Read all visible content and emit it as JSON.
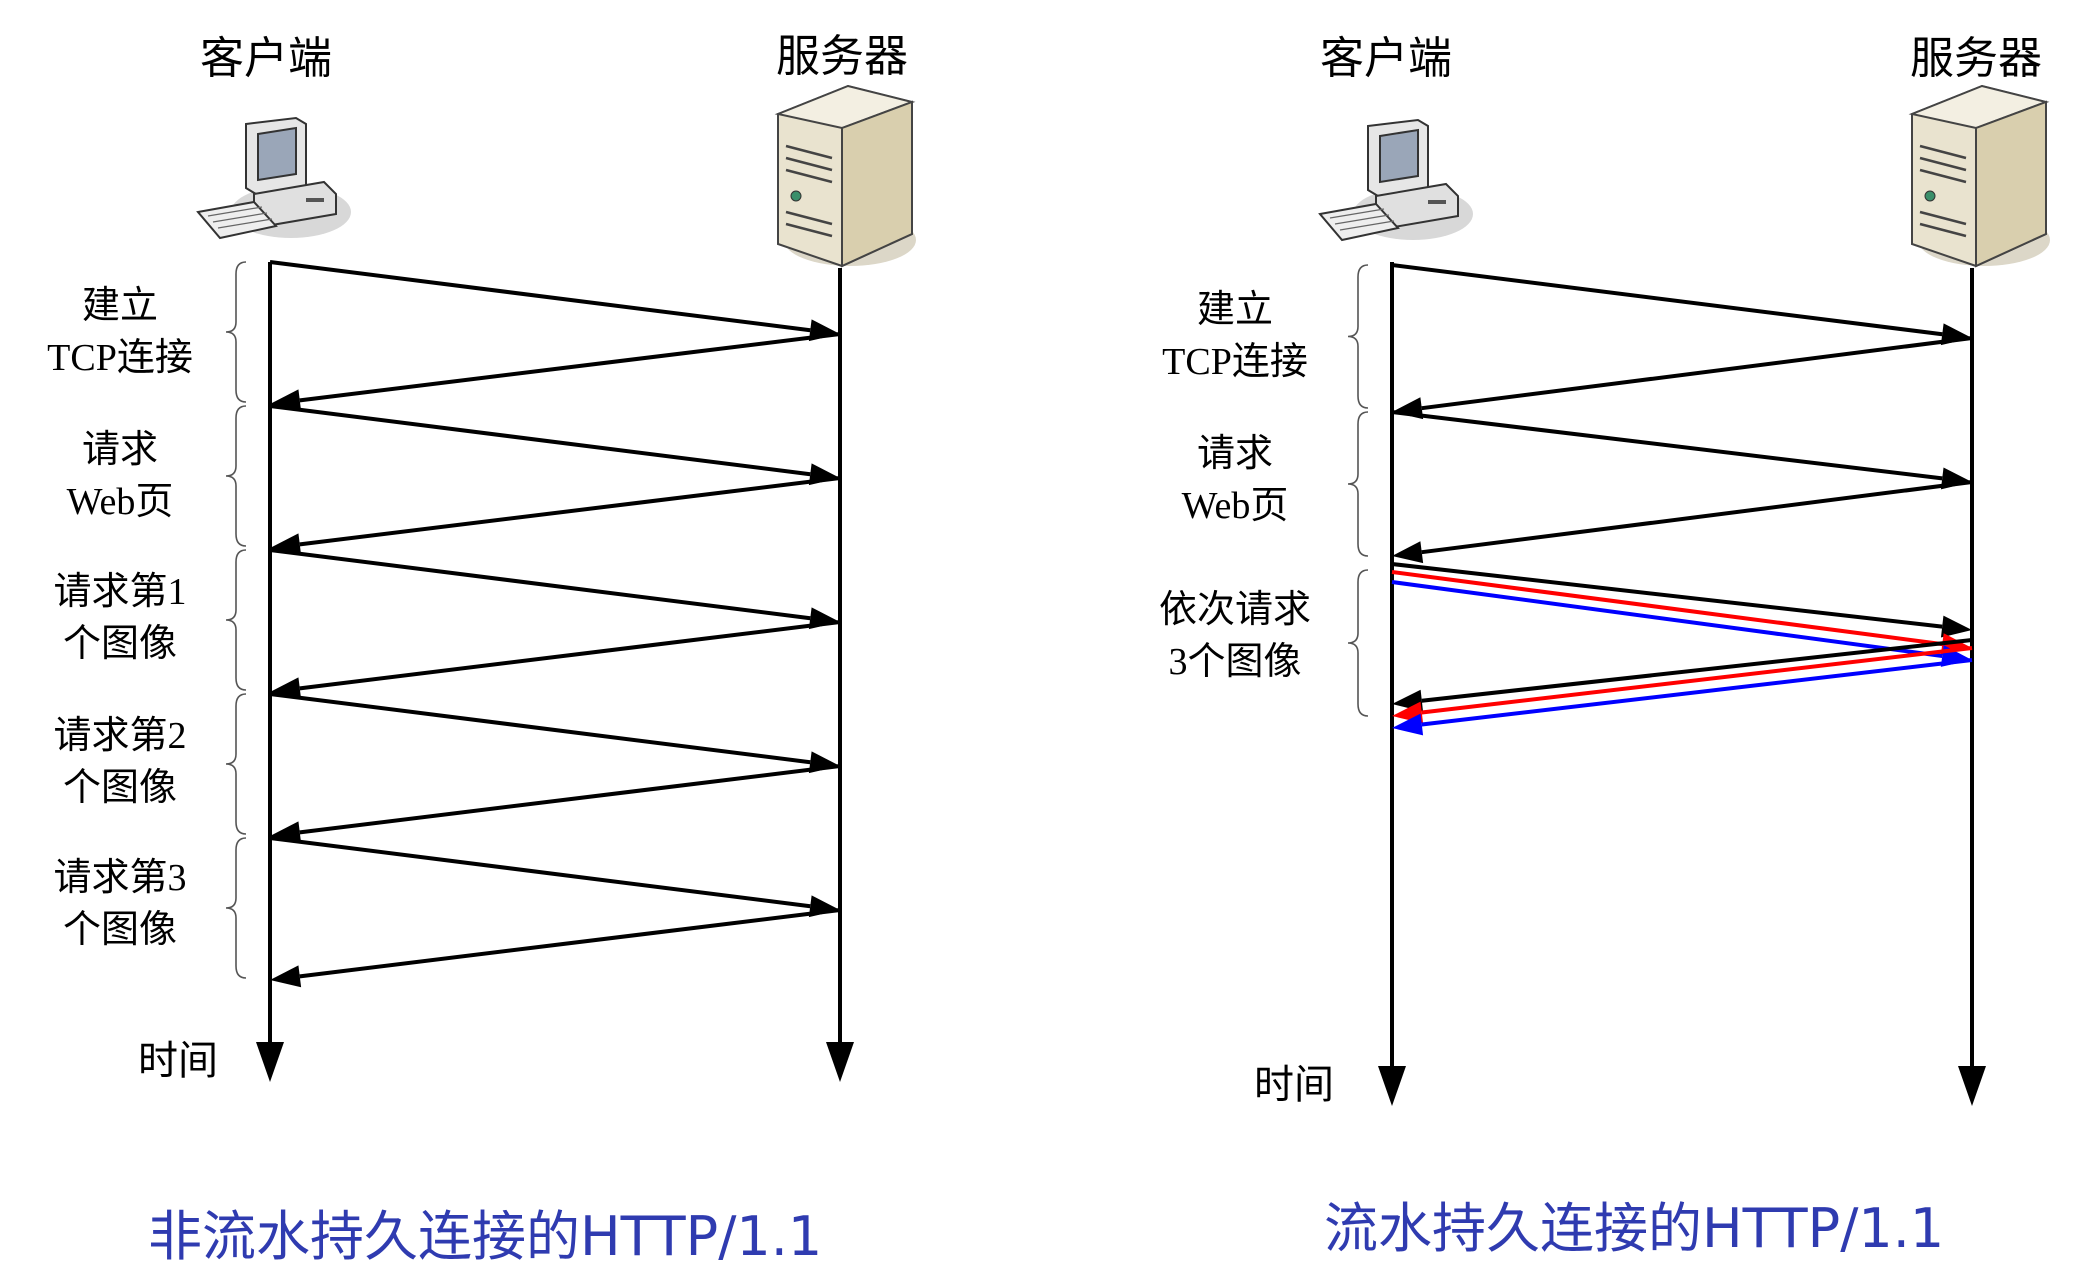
{
  "left_diagram": {
    "client_label": "客户端",
    "server_label": "服务器",
    "time_label": "时间",
    "phases": [
      {
        "line1": "建立",
        "line2": "TCP连接"
      },
      {
        "line1": "请求",
        "line2": "Web页"
      },
      {
        "line1": "请求第1",
        "line2": "个图像"
      },
      {
        "line1": "请求第2",
        "line2": "个图像"
      },
      {
        "line1": "请求第3",
        "line2": "个图像"
      }
    ],
    "caption": "非流水持久连接的HTTP/1.1"
  },
  "right_diagram": {
    "client_label": "客户端",
    "server_label": "服务器",
    "time_label": "时间",
    "phases": [
      {
        "line1": "建立",
        "line2": "TCP连接"
      },
      {
        "line1": "请求",
        "line2": "Web页"
      },
      {
        "line1": "依次请求",
        "line2": "3个图像"
      }
    ],
    "caption": "流水持久连接的HTTP/1.1"
  },
  "colors": {
    "arrow": "#000000",
    "pipeline_red": "#ff0000",
    "pipeline_blue": "#0000ff",
    "caption": "#2f3bb0"
  },
  "icons": [
    "client-computer-icon",
    "server-tower-icon"
  ]
}
